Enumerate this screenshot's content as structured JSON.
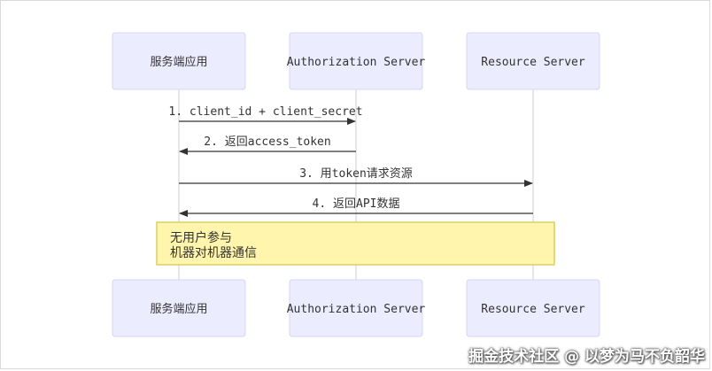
{
  "participants": [
    {
      "id": "client",
      "label": "服务端应用"
    },
    {
      "id": "auth",
      "label": "Authorization Server"
    },
    {
      "id": "resource",
      "label": "Resource Server"
    }
  ],
  "messages": [
    {
      "from": "client",
      "to": "auth",
      "label": "1. client_id + client_secret"
    },
    {
      "from": "auth",
      "to": "client",
      "label": "2. 返回access_token"
    },
    {
      "from": "client",
      "to": "resource",
      "label": "3. 用token请求资源"
    },
    {
      "from": "resource",
      "to": "client",
      "label": "4. 返回API数据"
    }
  ],
  "note": {
    "lines": [
      "无用户参与",
      "机器对机器通信"
    ]
  },
  "watermark": "掘金技术社区 @ 以梦为马不负韶华",
  "colors": {
    "actor_fill": "#ececff",
    "actor_stroke": "#d4d4f4",
    "note_fill": "#fff5ad",
    "note_stroke": "#d8cf66",
    "line": "#333333"
  }
}
